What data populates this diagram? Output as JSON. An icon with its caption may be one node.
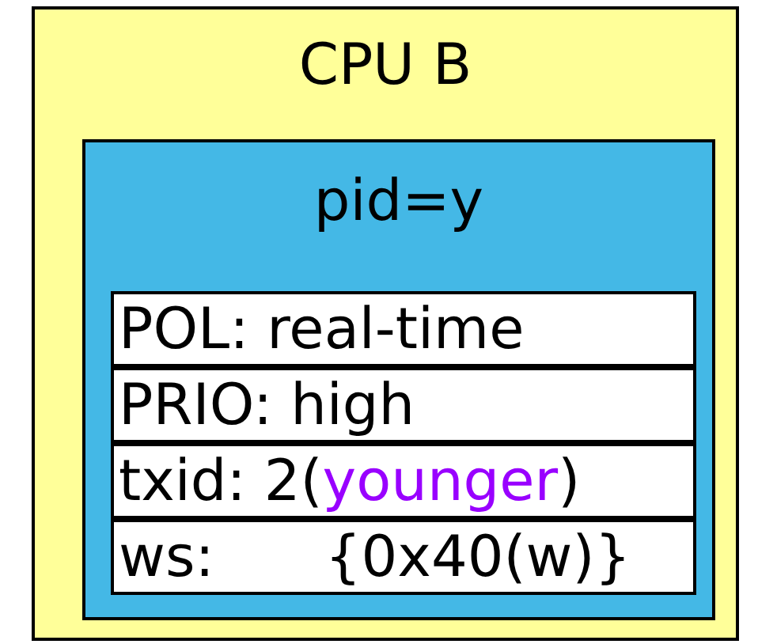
{
  "diagram": {
    "nodes": [
      {
        "text": [
          "CPU B"
        ]
      },
      {
        "text": [
          "pid=y"
        ],
        "in": 0
      },
      {
        "text": [
          "POL: real-time"
        ],
        "in": 1
      },
      {
        "text": [
          "PRIO: high"
        ],
        "in": 1
      },
      {
        "text": [
          "txid: 2(",
          "younger",
          ")"
        ],
        "in": 1
      },
      {
        "text": [
          "ws:",
          "{0x40(w)}"
        ],
        "in": 1
      }
    ]
  }
}
